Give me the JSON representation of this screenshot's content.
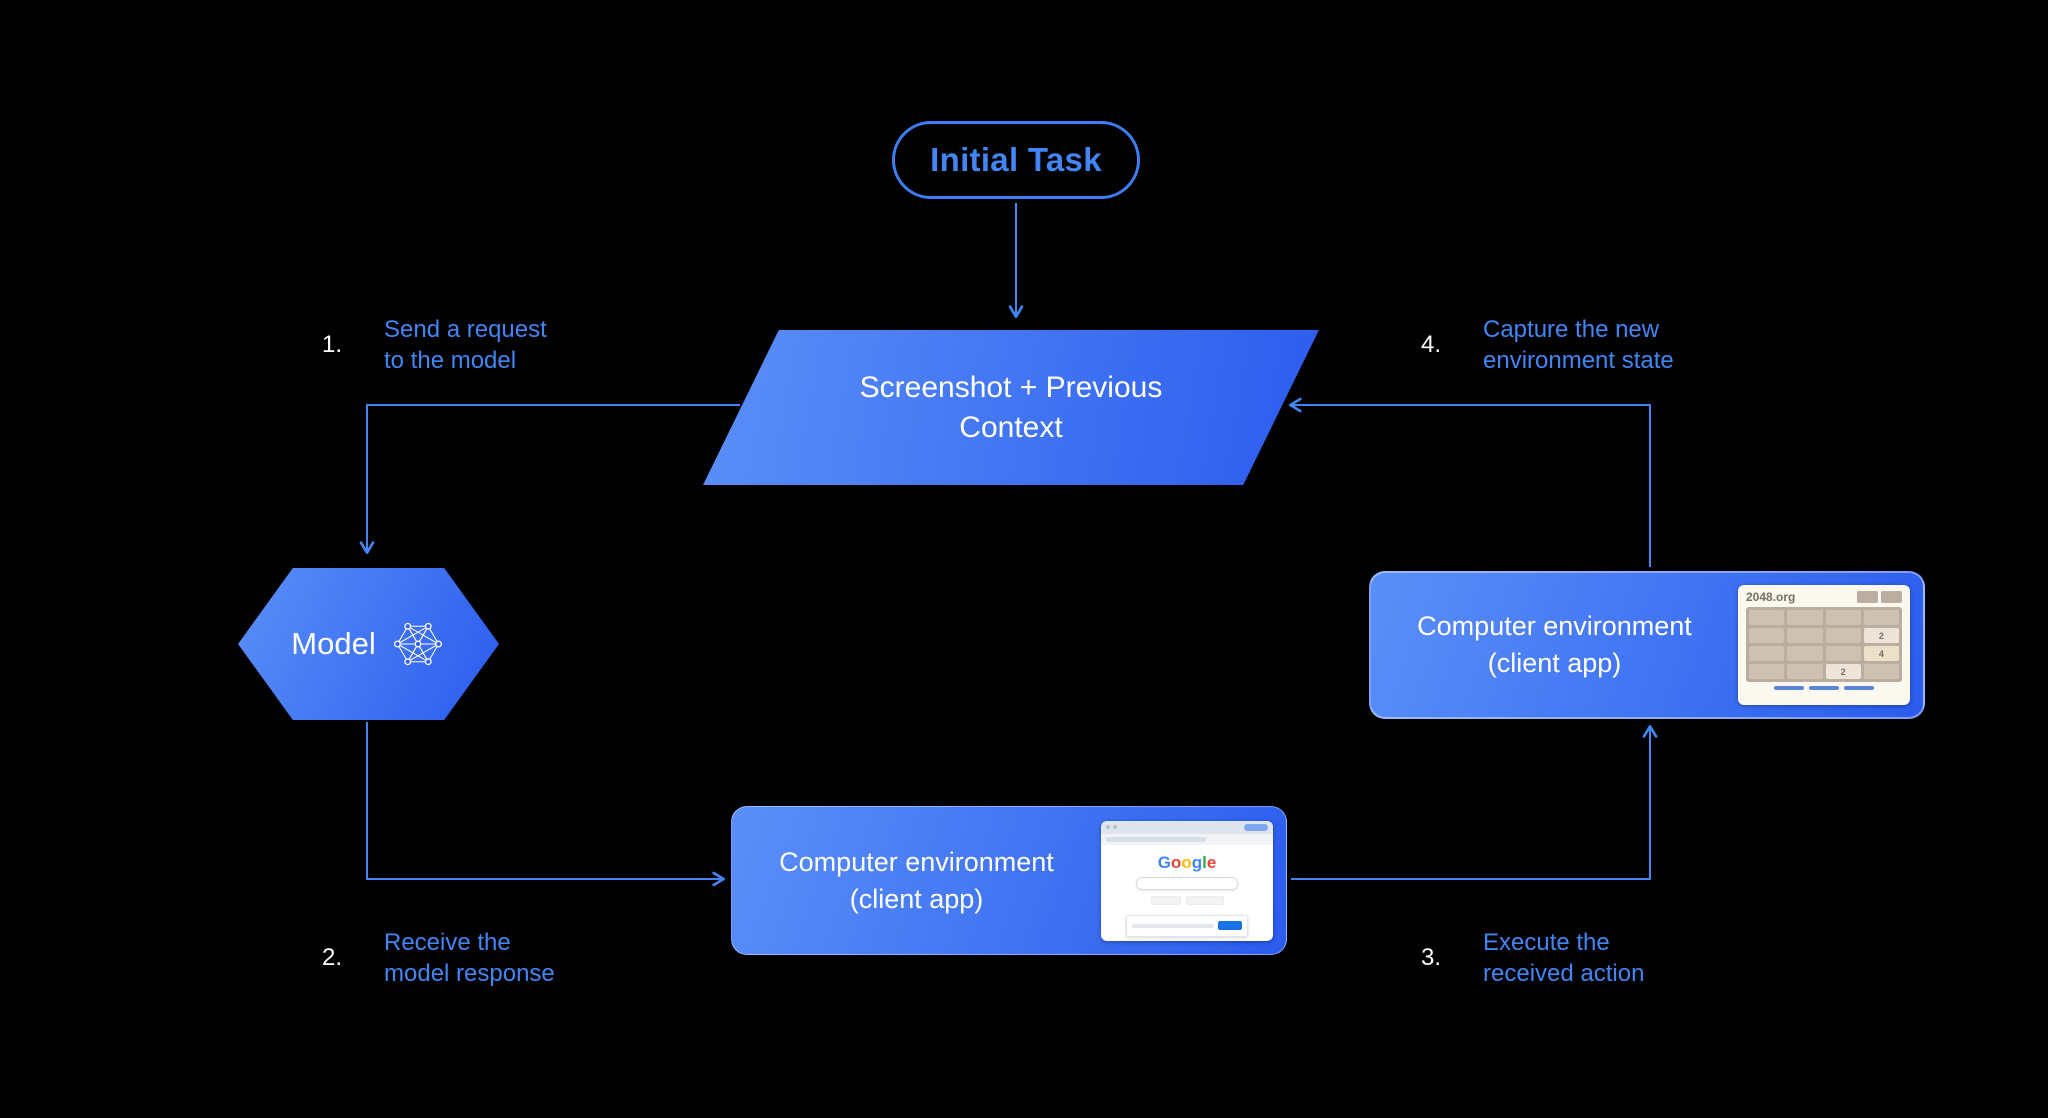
{
  "diagram": {
    "nodes": {
      "initial_task": {
        "label": "Initial Task"
      },
      "screenshot_context": {
        "line1": "Screenshot + Previous",
        "line2": "Context"
      },
      "model": {
        "label": "Model"
      },
      "env_bottom": {
        "line1": "Computer environment",
        "line2": "(client app)"
      },
      "env_right": {
        "line1": "Computer environment",
        "line2": "(client app)"
      }
    },
    "steps": {
      "step1": {
        "number": "1.",
        "line1": "Send a request",
        "line2": "to the model"
      },
      "step2": {
        "number": "2.",
        "line1": "Receive the",
        "line2": "model response"
      },
      "step3": {
        "number": "3.",
        "line1": "Execute the",
        "line2": "received action"
      },
      "step4": {
        "number": "4.",
        "line1": "Capture the new",
        "line2": "environment state"
      }
    }
  },
  "thumbnails": {
    "browser": {
      "logo_letters": [
        "G",
        "o",
        "o",
        "g",
        "l",
        "e"
      ]
    },
    "game": {
      "site": "2048.org",
      "tiles": [
        {
          "value": "2"
        },
        {
          "value": "4"
        },
        {
          "value": "2"
        }
      ]
    }
  },
  "colors": {
    "background": "#000000",
    "accent_blue": "#4285f4",
    "node_gradient_start": "#5a8ff8",
    "node_gradient_end": "#2b5cee",
    "node_text": "#ffffff",
    "google_blue": "#4285F4",
    "google_red": "#EA4335",
    "google_yellow": "#FBBC05",
    "google_green": "#34A853",
    "game_background": "#faf8ef",
    "game_grid": "#bbada0",
    "game_cell": "#cdc1b4"
  }
}
